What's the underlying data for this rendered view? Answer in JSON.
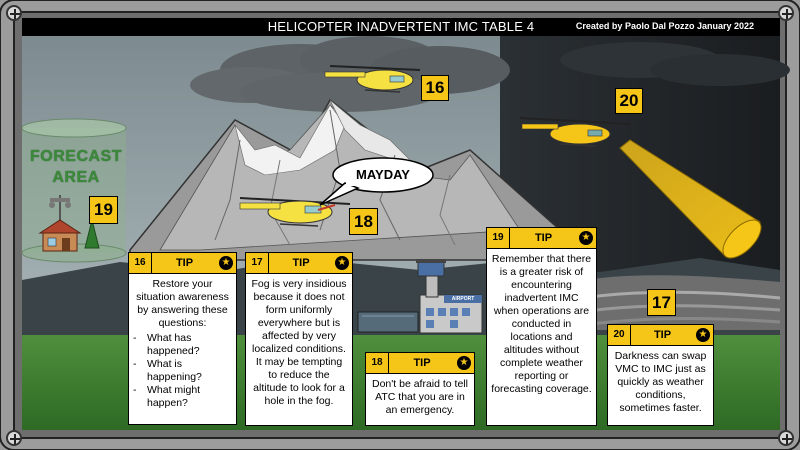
{
  "header": {
    "title": "HELICOPTER INADVERTENT IMC TABLE 4",
    "credit": "Created by Paolo Dal Pozzo January 2022"
  },
  "scene": {
    "forecast_area_line1": "FORECAST",
    "forecast_area_line2": "AREA",
    "mayday": "MAYDAY",
    "airport_sign": "AIRPORT",
    "markers": [
      "16",
      "20",
      "19",
      "18",
      "17"
    ]
  },
  "colors": {
    "tip_yellow": "#f5c518",
    "night_sky": "#1e2226",
    "forecast_green": "#3a8a3a"
  },
  "icons": [
    "star-icon",
    "helicopter-icon",
    "screw-icon",
    "control-tower-icon",
    "searchlight-icon"
  ],
  "tips": {
    "t16": {
      "num": "16",
      "label": "TIP",
      "text": "Restore your situation awareness by answering these questions:",
      "questions": [
        "What has happened?",
        "What is happening?",
        "What might happen?"
      ]
    },
    "t17": {
      "num": "17",
      "label": "TIP",
      "text": "Fog is very insidious because it does not form uniformly everywhere but is affected by very localized conditions. It may be tempting to reduce the altitude to look for a hole in the fog."
    },
    "t18": {
      "num": "18",
      "label": "TIP",
      "text": "Don't be afraid to tell ATC that you are in an emergency."
    },
    "t19": {
      "num": "19",
      "label": "TIP",
      "text": "Remember that there is a greater risk of encountering inadvertent IMC when operations are conducted in locations and altitudes without complete weather reporting or forecasting coverage."
    },
    "t20": {
      "num": "20",
      "label": "TIP",
      "text": "Darkness can swap VMC to IMC just as quickly as weather conditions, sometimes faster."
    }
  }
}
